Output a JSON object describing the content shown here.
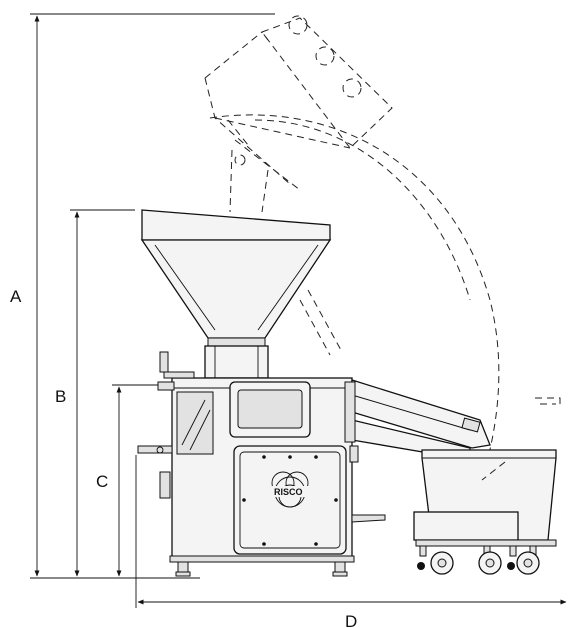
{
  "dimensions": {
    "a": "A",
    "b": "B",
    "c": "C",
    "d": "D"
  },
  "logo": {
    "brand": "RISCO"
  }
}
